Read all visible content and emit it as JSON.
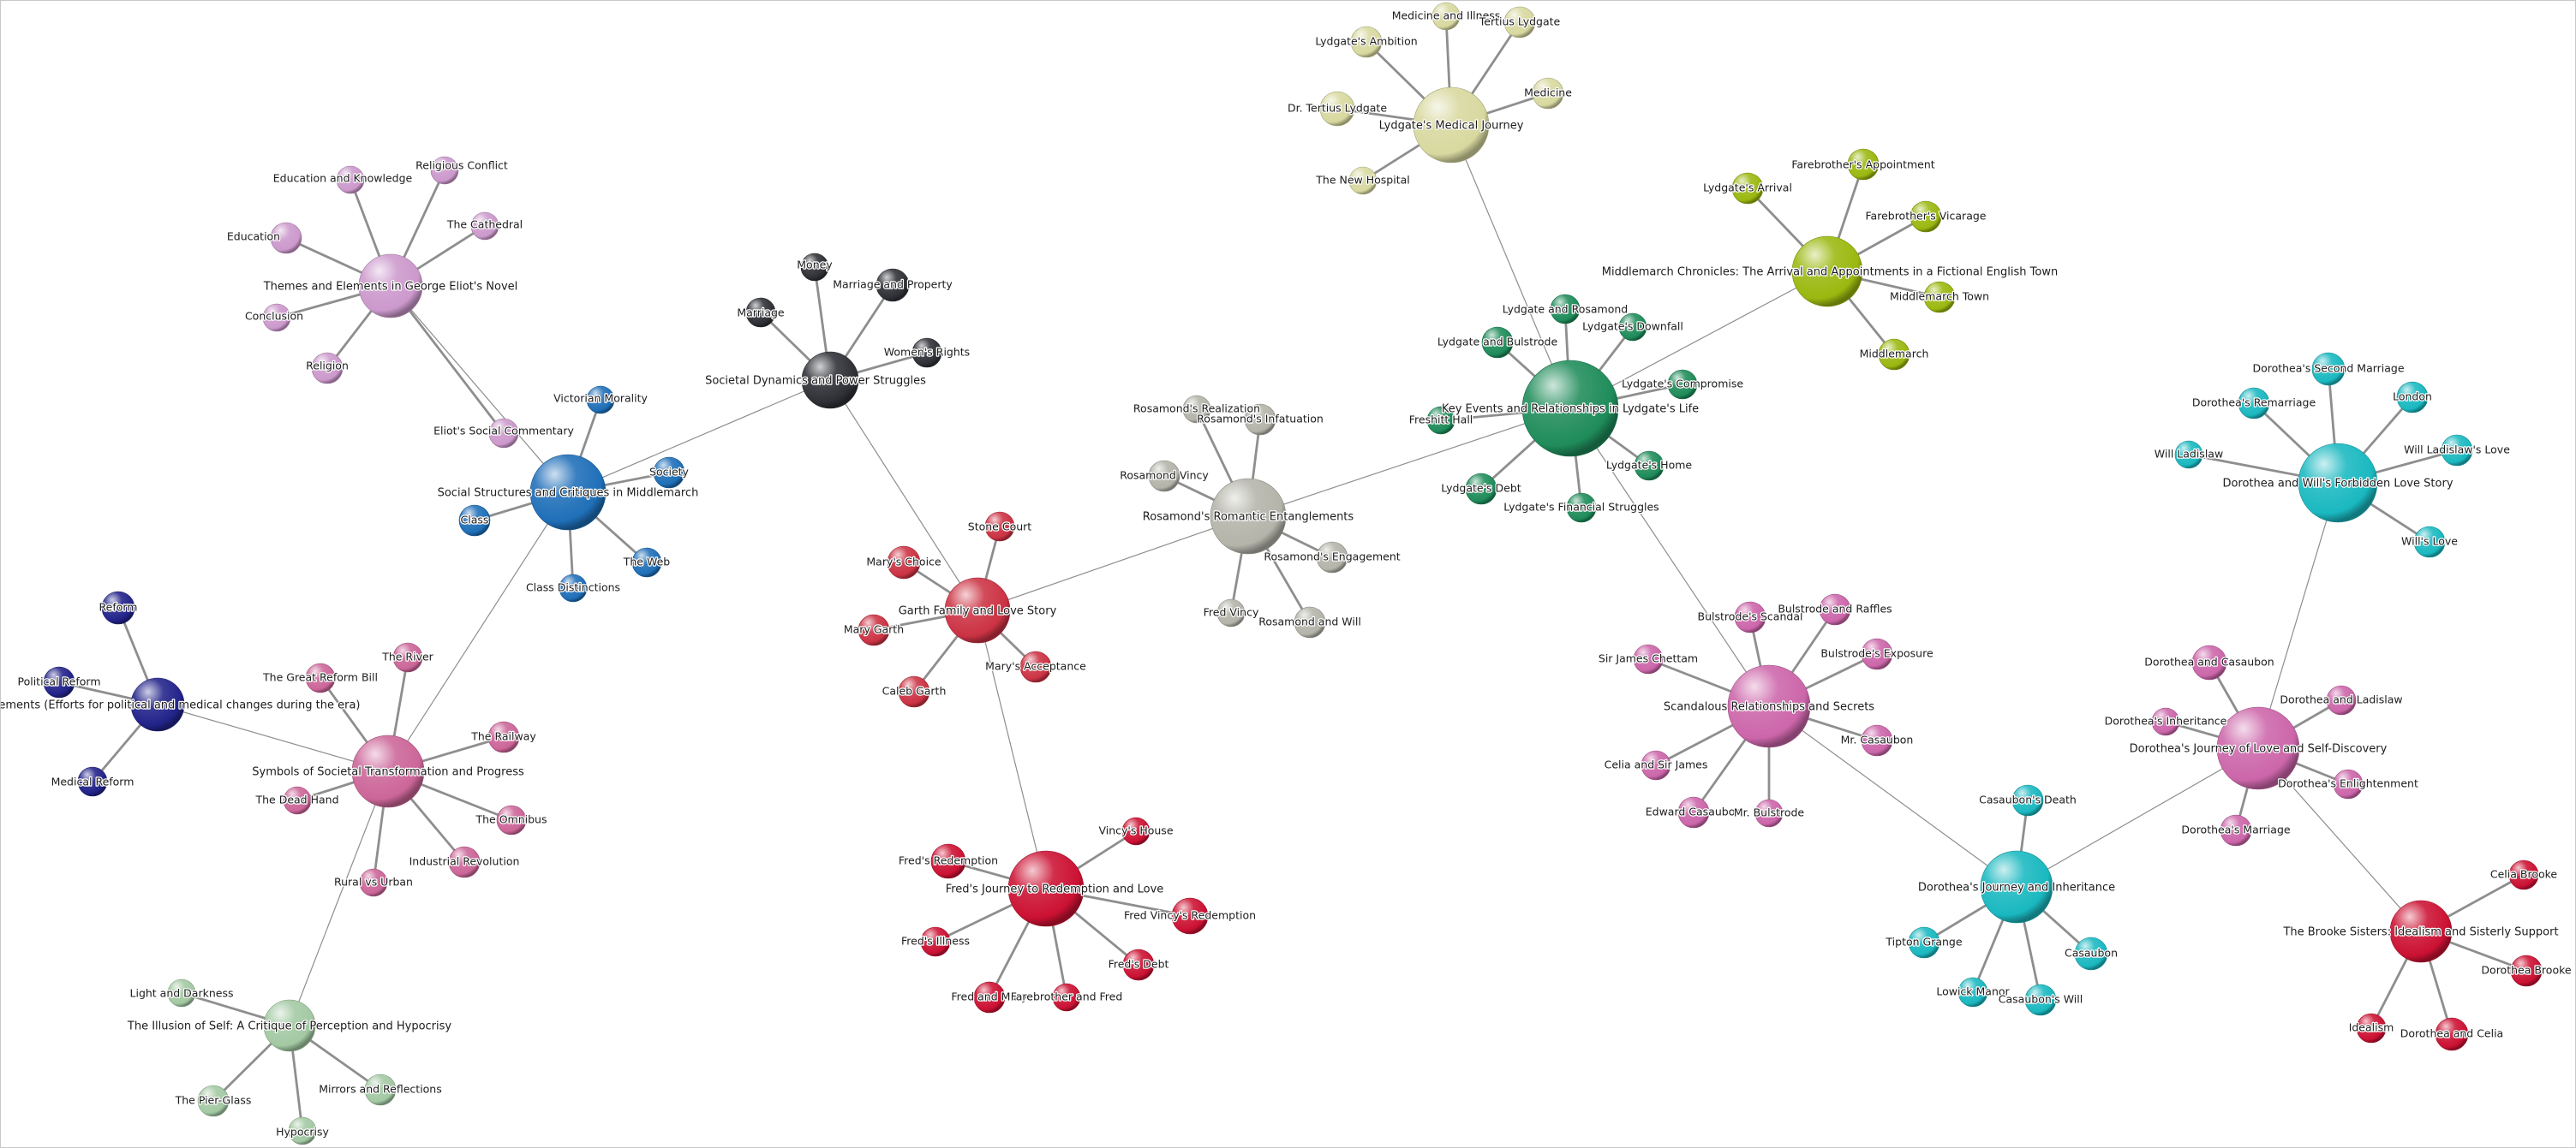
{
  "hubs": [
    {
      "id": "eliot-themes",
      "label": "Themes and Elements in George Eliot's Novel",
      "color": "#cc99cc"
    },
    {
      "id": "social-structures",
      "label": "Social Structures and Critiques in Middlemarch",
      "color": "#1f6fb8"
    },
    {
      "id": "societal-dynamics",
      "label": "Societal Dynamics and Power Struggles",
      "color": "#2e3036"
    },
    {
      "id": "reform-movements",
      "label": "Movements (Efforts for political and medical changes during the era)",
      "color": "#22238a"
    },
    {
      "id": "symbols",
      "label": "Symbols of Societal Transformation and Progress",
      "color": "#cc6699"
    },
    {
      "id": "illusion-self",
      "label": "The Illusion of Self: A Critique of Perception and Hypocrisy",
      "color": "#a3c9a3"
    },
    {
      "id": "garth-family",
      "label": "Garth Family and Love Story",
      "color": "#cc3344"
    },
    {
      "id": "fred-journey",
      "label": "Fred's Journey to Redemption and Love",
      "color": "#cc1133"
    },
    {
      "id": "rosamond",
      "label": "Rosamond's Romantic Entanglements",
      "color": "#b4b4aa"
    },
    {
      "id": "lydgate-medical",
      "label": "Lydgate's Medical Journey",
      "color": "#d8d8a0"
    },
    {
      "id": "lydgate-life",
      "label": "Key Events and Relationships in Lydgate's Life",
      "color": "#1f8c5a"
    },
    {
      "id": "middlemarch-chronicles",
      "label": "Middlemarch Chronicles: The Arrival and Appointments in a Fictional English Town",
      "color": "#9ab80f"
    },
    {
      "id": "scandalous",
      "label": "Scandalous Relationships and Secrets",
      "color": "#cc66aa"
    },
    {
      "id": "casaubon-inheritance",
      "label": "Dorothea's Journey and Inheritance",
      "color": "#1ab8c0"
    },
    {
      "id": "forbidden-love",
      "label": "Dorothea and Will's Forbidden Love Story",
      "color": "#1ab8c0"
    },
    {
      "id": "dorothea-love",
      "label": "Dorothea's Journey of Love and Self-Discovery",
      "color": "#cc66aa"
    },
    {
      "id": "brooke-sisters",
      "label": "The Brooke Sisters: Idealism and Sisterly Support",
      "color": "#cc1133"
    }
  ],
  "leaves": {
    "eliot-themes": [
      "Religious Conflict",
      "Education and Knowledge",
      "The Cathedral",
      "Education",
      "Conclusion",
      "Religion",
      "Eliot's Social Commentary"
    ],
    "social-structures": [
      "Victorian Morality",
      "Society",
      "Class",
      "The Web",
      "Class Distinctions"
    ],
    "societal-dynamics": [
      "Money",
      "Marriage",
      "Marriage and Property",
      "Women's Rights"
    ],
    "reform-movements": [
      "Reform",
      "Political Reform",
      "Medical Reform"
    ],
    "symbols": [
      "The River",
      "The Great Reform Bill",
      "The Railway",
      "The Dead Hand",
      "The Omnibus",
      "Industrial Revolution",
      "Rural vs Urban"
    ],
    "illusion-self": [
      "Light and Darkness",
      "Mirrors and Reflections",
      "The Pier-Glass",
      "Hypocrisy"
    ],
    "garth-family": [
      "Stone Court",
      "Mary's Choice",
      "Mary Garth",
      "Caleb Garth",
      "Mary's Acceptance"
    ],
    "fred-journey": [
      "Vincy's House",
      "Fred's Redemption",
      "Fred Vincy's Redemption",
      "Fred's Illness",
      "Fred's Debt",
      "Fred and Mary",
      "Farebrother and Fred"
    ],
    "rosamond": [
      "Rosamond's Realization",
      "Rosamond's Infatuation",
      "Rosamond Vincy",
      "Rosamond's Engagement",
      "Fred Vincy",
      "Rosamond and Will"
    ],
    "lydgate-medical": [
      "Medicine and Illness",
      "Tertius Lydgate",
      "Lydgate's Ambition",
      "Medicine",
      "Dr. Tertius Lydgate",
      "The New Hospital"
    ],
    "lydgate-life": [
      "Lydgate and Rosamond",
      "Lydgate and Bulstrode",
      "Lydgate's Downfall",
      "Lydgate's Compromise",
      "Freshitt Hall",
      "Lydgate's Home",
      "Lydgate's Debt",
      "Lydgate's Financial Struggles"
    ],
    "middlemarch-chronicles": [
      "Farebrother's Appointment",
      "Lydgate's Arrival",
      "Farebrother's Vicarage",
      "Middlemarch Town",
      "Middlemarch"
    ],
    "scandalous": [
      "Bulstrode's Scandal",
      "Bulstrode and Raffles",
      "Bulstrode's Exposure",
      "Sir James Chettam",
      "Mr. Casaubon",
      "Celia and Sir James",
      "Edward Casaubon",
      "Mr. Bulstrode"
    ],
    "casaubon-inheritance": [
      "Casaubon's Death",
      "Tipton Grange",
      "Casaubon",
      "Lowick Manor",
      "Casaubon's Will"
    ],
    "forbidden-love": [
      "Dorothea's Second Marriage",
      "Dorothea's Remarriage",
      "London",
      "Will Ladislaw",
      "Will Ladislaw's Love",
      "Will's Love"
    ],
    "dorothea-love": [
      "Dorothea and Casaubon",
      "Dorothea and Ladislaw",
      "Dorothea's Inheritance",
      "Dorothea's Enlightenment",
      "Dorothea's Marriage"
    ],
    "brooke-sisters": [
      "Celia Brooke",
      "Dorothea Brooke",
      "Idealism",
      "Dorothea and Celia"
    ]
  },
  "hub_links": [
    [
      "eliot-themes",
      "social-structures"
    ],
    [
      "social-structures",
      "societal-dynamics"
    ],
    [
      "social-structures",
      "symbols"
    ],
    [
      "reform-movements",
      "symbols"
    ],
    [
      "symbols",
      "illusion-self"
    ],
    [
      "societal-dynamics",
      "garth-family"
    ],
    [
      "garth-family",
      "rosamond"
    ],
    [
      "garth-family",
      "fred-journey"
    ],
    [
      "rosamond",
      "lydgate-life"
    ],
    [
      "lydgate-medical",
      "lydgate-life"
    ],
    [
      "lydgate-life",
      "middlemarch-chronicles"
    ],
    [
      "lydgate-life",
      "scandalous"
    ],
    [
      "scandalous",
      "casaubon-inheritance"
    ],
    [
      "casaubon-inheritance",
      "dorothea-love"
    ],
    [
      "forbidden-love",
      "dorothea-love"
    ],
    [
      "dorothea-love",
      "brooke-sisters"
    ]
  ]
}
